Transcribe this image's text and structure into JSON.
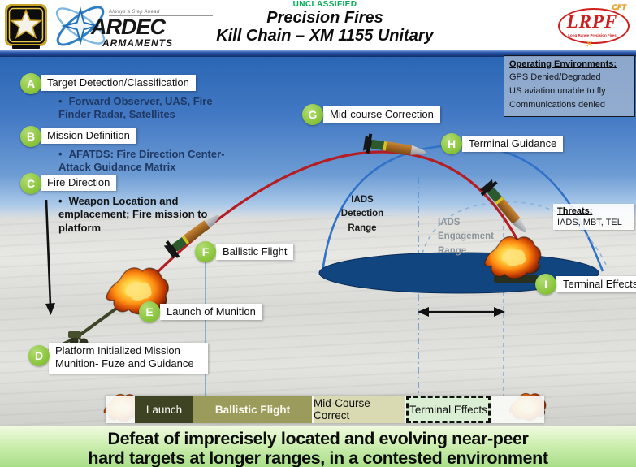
{
  "header": {
    "classification": "UNCLASSIFIED",
    "title_line1": "Precision Fires",
    "title_line2": "Kill Chain – XM 1155 Unitary",
    "ardec_name": "ARDEC",
    "ardec_sub": "ARMAMENTS",
    "ardec_tagline": "Always a Step Ahead",
    "lrpf_name": "LRPF",
    "lrpf_cft": "CFT",
    "lrpf_tagline": "Long Range Precision Fires",
    "lrpf_cross": "✕"
  },
  "steps": [
    {
      "letter": "A",
      "label": "Target Detection/Classification",
      "detail": "Forward Observer, UAS, Fire Finder Radar, Satellites"
    },
    {
      "letter": "B",
      "label": "Mission Definition",
      "detail": "AFATDS: Fire Direction Center- Attack Guidance Matrix"
    },
    {
      "letter": "C",
      "label": "Fire Direction",
      "detail": "Weapon Location and emplacement; Fire mission to platform"
    },
    {
      "letter": "D",
      "label": "Platform Initialized Mission Munition- Fuze and Guidance"
    },
    {
      "letter": "E",
      "label": "Launch of Munition"
    },
    {
      "letter": "F",
      "label": "Ballistic Flight"
    },
    {
      "letter": "G",
      "label": "Mid-course Correction"
    },
    {
      "letter": "H",
      "label": "Terminal Guidance"
    },
    {
      "letter": "I",
      "label": "Terminal Effects"
    }
  ],
  "operating_environments": {
    "title": "Operating Environments:",
    "items": [
      "GPS Denied/Degraded",
      "US aviation unable to fly",
      "Communications denied"
    ]
  },
  "threats": {
    "title": "Threats:",
    "items": "IADS, MBT, TEL"
  },
  "range_labels": {
    "detection": "IADS Detection Range",
    "engagement": "IADS Engagement Range"
  },
  "timeline": {
    "segments": [
      "Launch",
      "Ballistic Flight",
      "Mid-Course Correct",
      "Terminal Effects"
    ]
  },
  "footer": {
    "line1": "Defeat of imprecisely located and evolving near-peer",
    "line2": "hard targets at longer ranges, in a contested environment"
  },
  "colors": {
    "step_circle_green": "#8cc63e",
    "trajectory_red": "#b51d22",
    "classification_green": "#00b050",
    "lrpf_red": "#cf1d1d",
    "detection_dome_blue": "#2f72c8",
    "iads_ellipse_blue": "#10457f",
    "banner_green": "#cdeeb0"
  }
}
